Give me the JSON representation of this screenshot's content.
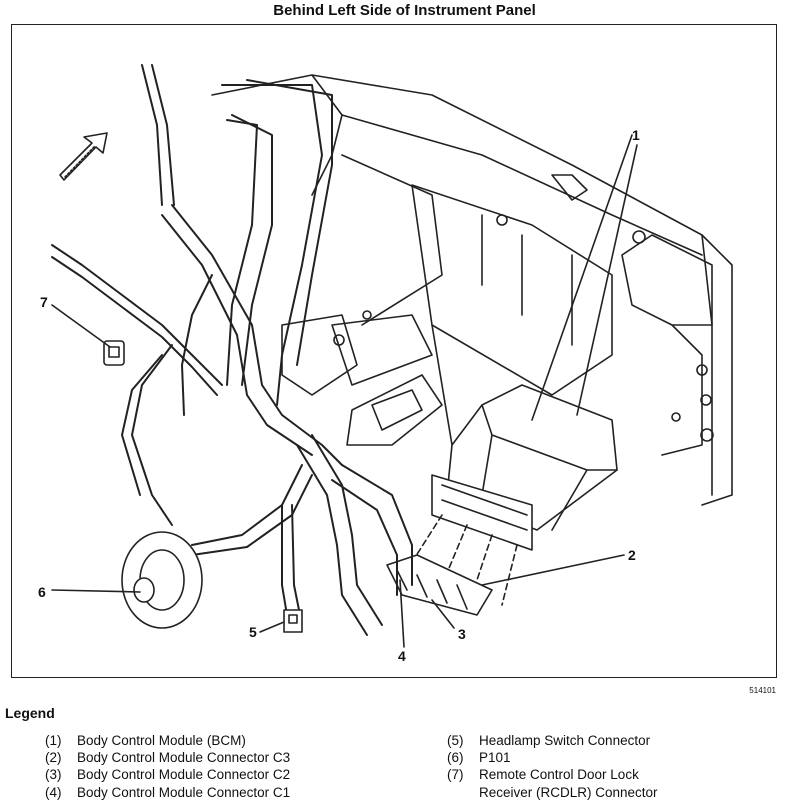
{
  "title": "Behind Left Side of Instrument Panel",
  "figure_id": "514101",
  "legend_title": "Legend",
  "legend_left": [
    {
      "num": "(1)",
      "text": "Body Control Module (BCM)"
    },
    {
      "num": "(2)",
      "text": "Body Control Module Connector C3"
    },
    {
      "num": "(3)",
      "text": "Body Control Module Connector C2"
    },
    {
      "num": "(4)",
      "text": "Body Control Module Connector C1"
    }
  ],
  "legend_right": [
    {
      "num": "(5)",
      "text": "Headlamp Switch Connector"
    },
    {
      "num": "(6)",
      "text": "P101"
    },
    {
      "num": "(7)",
      "text": "Remote Control Door Lock"
    },
    {
      "num": "",
      "text": "Receiver (RCDLR) Connector"
    }
  ],
  "callouts": [
    "1",
    "2",
    "3",
    "4",
    "5",
    "6",
    "7"
  ]
}
